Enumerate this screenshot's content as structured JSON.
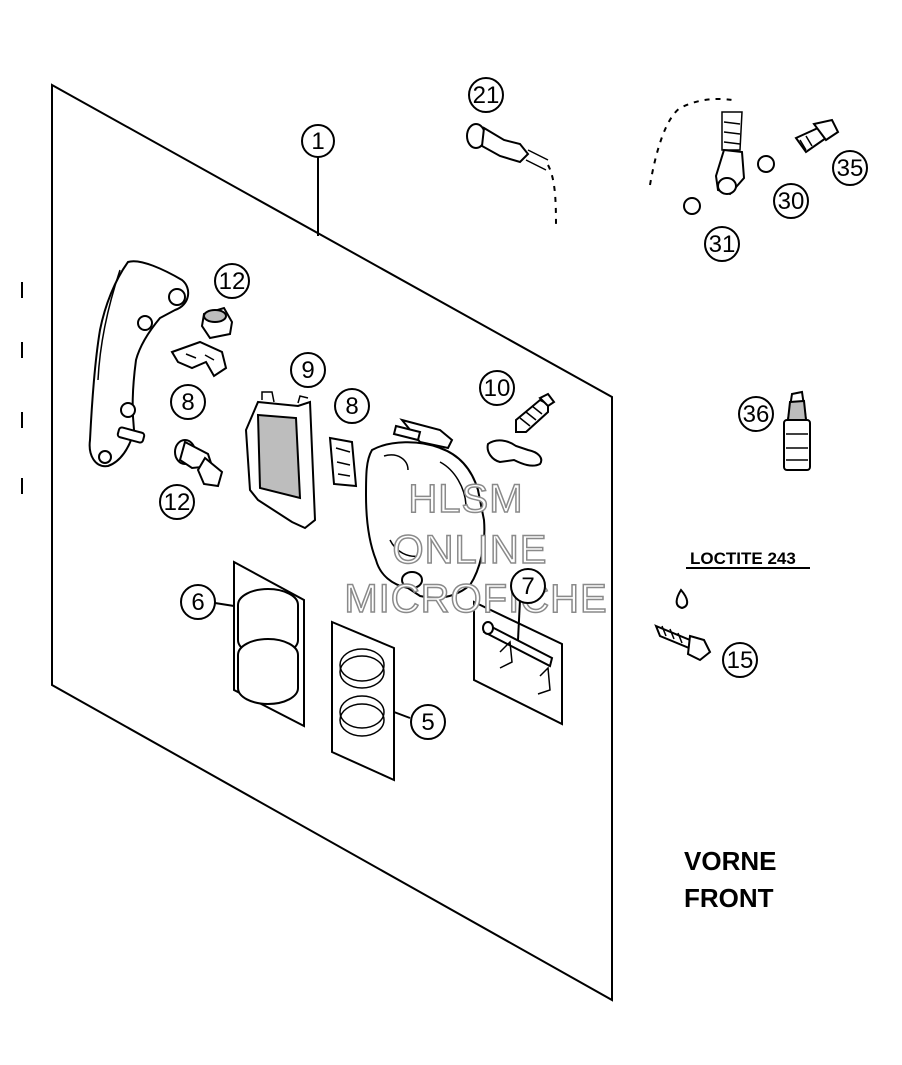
{
  "callouts": {
    "c1": "1",
    "c21": "21",
    "c35": "35",
    "c30": "30",
    "c31": "31",
    "c12a": "12",
    "c8a": "8",
    "c12b": "12",
    "c9": "9",
    "c8b": "8",
    "c10": "10",
    "c36": "36",
    "c6": "6",
    "c7": "7",
    "c5": "5",
    "c15": "15"
  },
  "labels": {
    "loctite": "LOCTITE 243",
    "vorne": "VORNE",
    "front": "FRONT"
  },
  "watermark": {
    "line1": "HLSM",
    "line2": "ONLINE",
    "line3": "MICROFICHE"
  }
}
